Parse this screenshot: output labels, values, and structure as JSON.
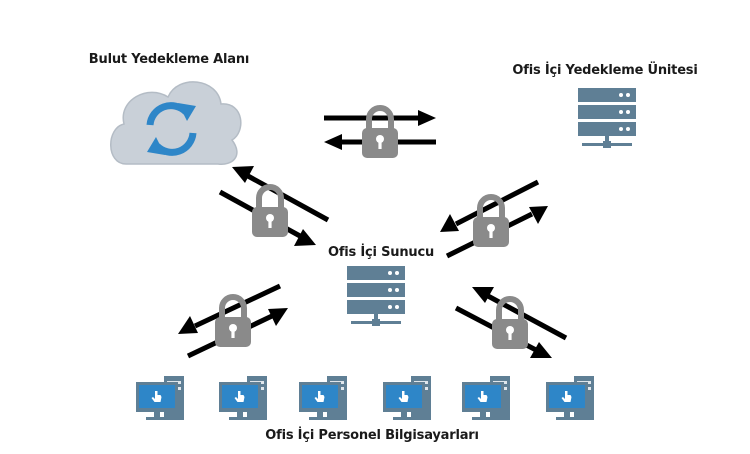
{
  "labels": {
    "cloud": "Bulut Yedekleme Alanı",
    "office_backup": "Ofis İçi Yedekleme Ünitesi",
    "office_server": "Ofis İçi Sunucu",
    "office_computers": "Ofis İçi Personel Bilgisayarları"
  },
  "icons": {
    "cloud": "cloud-sync-icon",
    "server": "server-icon",
    "computer": "desktop-computer-icon",
    "lock": "padlock-icon",
    "arrow": "double-arrow-icon"
  },
  "colors": {
    "cloud": "#c9d0d8",
    "sync": "#2e86c8",
    "server": "#5f7f95",
    "lock": "#8a8a8a",
    "arrow": "#000000",
    "screen": "#2e86c8"
  }
}
